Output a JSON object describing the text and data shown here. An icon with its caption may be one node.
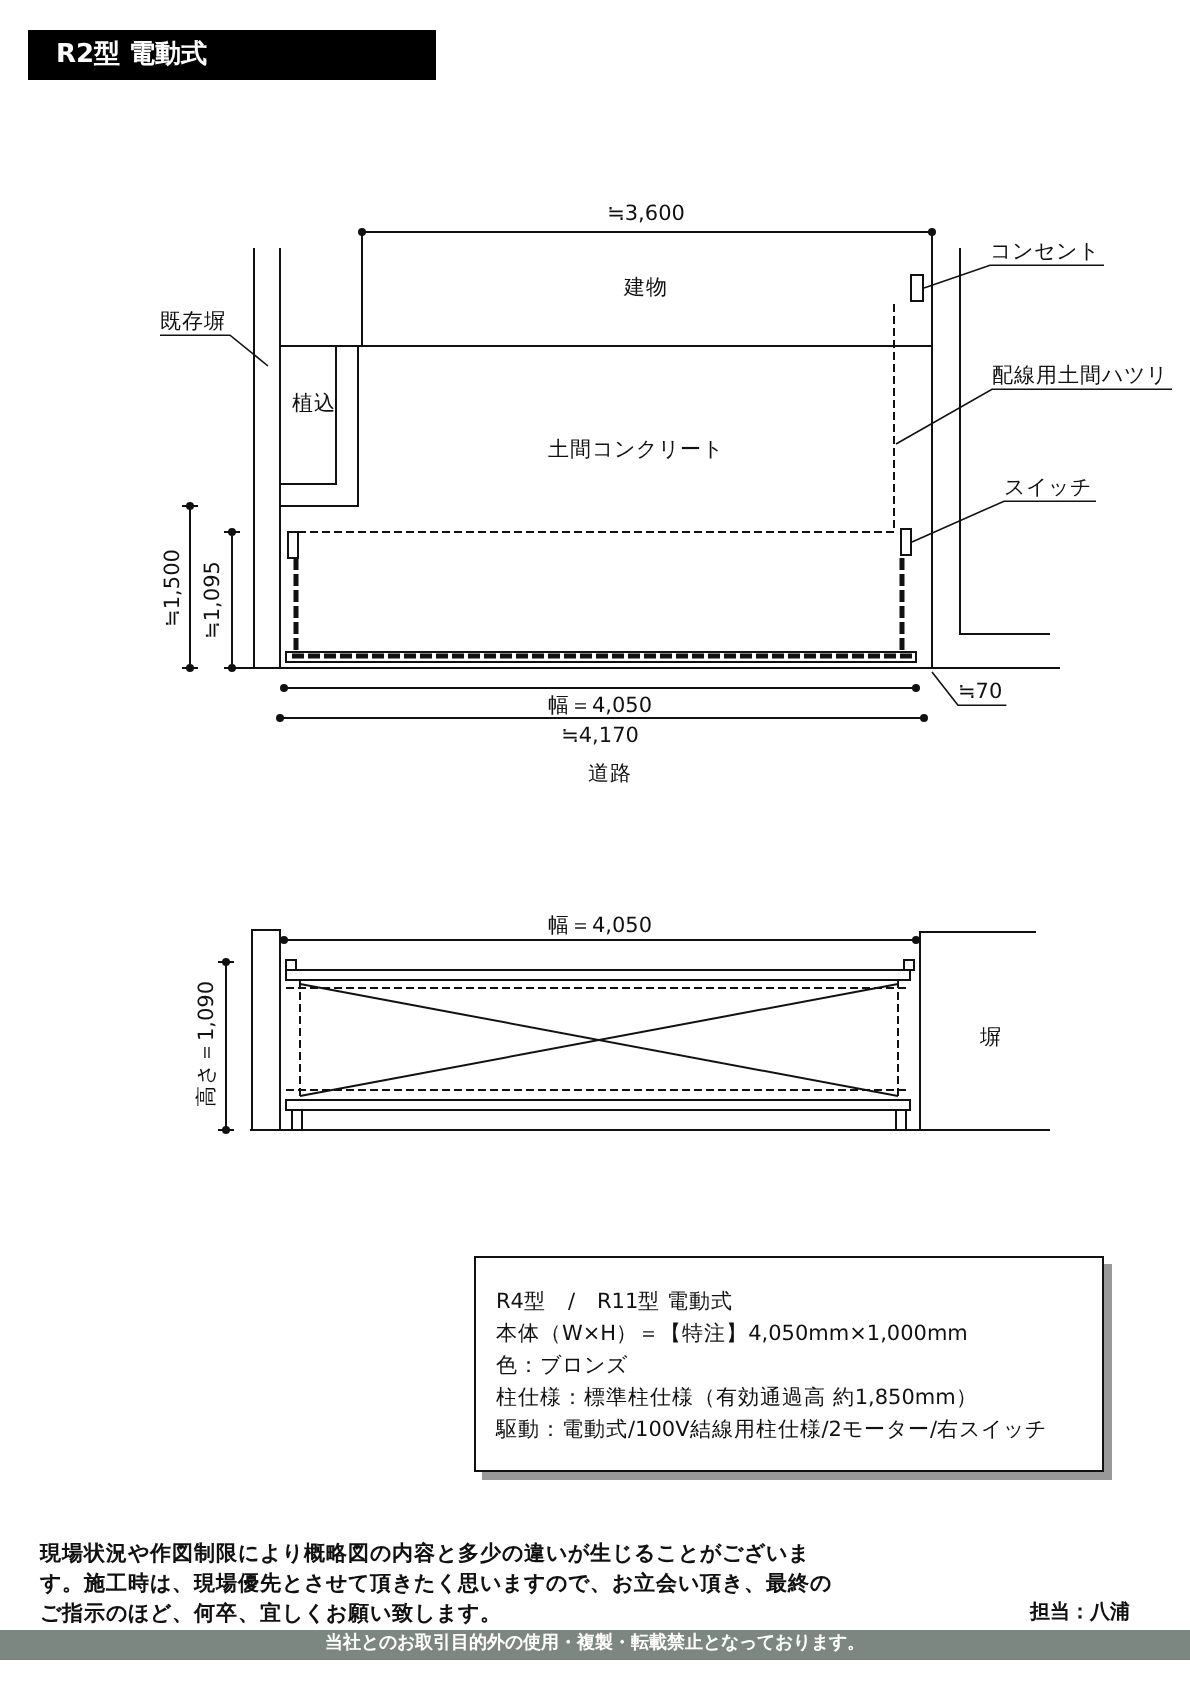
{
  "diagram": {
    "title": "R2型 電動式",
    "nodes": [
      {
        "text": [
          "既存塀"
        ]
      },
      {
        "text": [
          "コンセント"
        ]
      },
      {
        "text": [],
        "shape": "box"
      },
      {
        "text": [
          "配線用土間ハツリ"
        ]
      },
      {
        "text": [
          "スイッチ"
        ]
      },
      {
        "text": [],
        "shape": "box"
      },
      {
        "text": [
          "≒70"
        ]
      },
      {
        "text": [
          "R4型　/　R11型 電動式",
          "本体（W×H）＝【特注】4,050mm×1,000mm",
          "色：ブロンズ",
          "柱仕様：標準柱仕様（有効通過高 約1,850mm）",
          "駆動：電動式/100V結線用柱仕様/2モーター/右スイッチ"
        ]
      },
      {
        "text": [
          "当社とのお取引目的外の使用・複製・転載禁止となっております。"
        ]
      }
    ],
    "edges": [
      {
        "from": 0,
        "to": null,
        "arrow": "none"
      },
      {
        "from": 1,
        "to": 2,
        "arrow": "none"
      },
      {
        "from": 3,
        "to": null,
        "arrow": "none"
      },
      {
        "from": 4,
        "to": 5,
        "arrow": "none"
      },
      {
        "from": 6,
        "to": null,
        "arrow": "none"
      }
    ],
    "labels": [
      "≒3,600",
      "建物",
      "植込",
      "土間コンクリート",
      "≒1,500",
      "≒1,095",
      "幅＝4,050",
      "≒4,170",
      "道路",
      "幅＝4,050",
      "高さ＝1,090",
      "塀",
      "現場状況や作図制限により概略図の内容と多少の違いが生じることがございます。施工時は、現場優先とさせて頂きたく思いますので、お立会い頂き、最終のご指示のほど、何卒、宜しくお願い致します。",
      "担当：八浦"
    ]
  }
}
